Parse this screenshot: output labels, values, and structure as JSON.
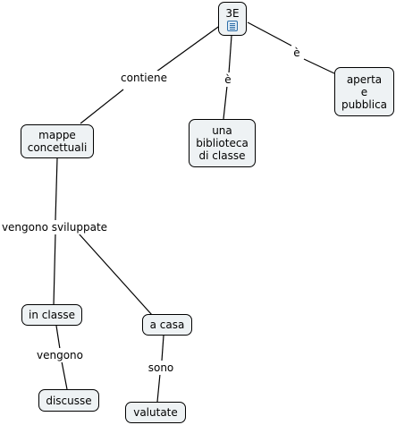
{
  "concept_map": {
    "nodes": {
      "root": "3E",
      "mappe": "mappe\nconcettuali",
      "biblioteca": "una\nbiblioteca\ndi classe",
      "aperta": "aperta\ne\npubblica",
      "in_classe": "in classe",
      "a_casa": "a casa",
      "discusse": "discusse",
      "valutate": "valutate"
    },
    "links": {
      "contiene": "contiene",
      "e_1": "è",
      "e_2": "è",
      "vengono_sviluppate": "vengono sviluppate",
      "vengono": "vengono",
      "sono": "sono"
    },
    "icons": {
      "root_resource": "document-icon"
    }
  }
}
